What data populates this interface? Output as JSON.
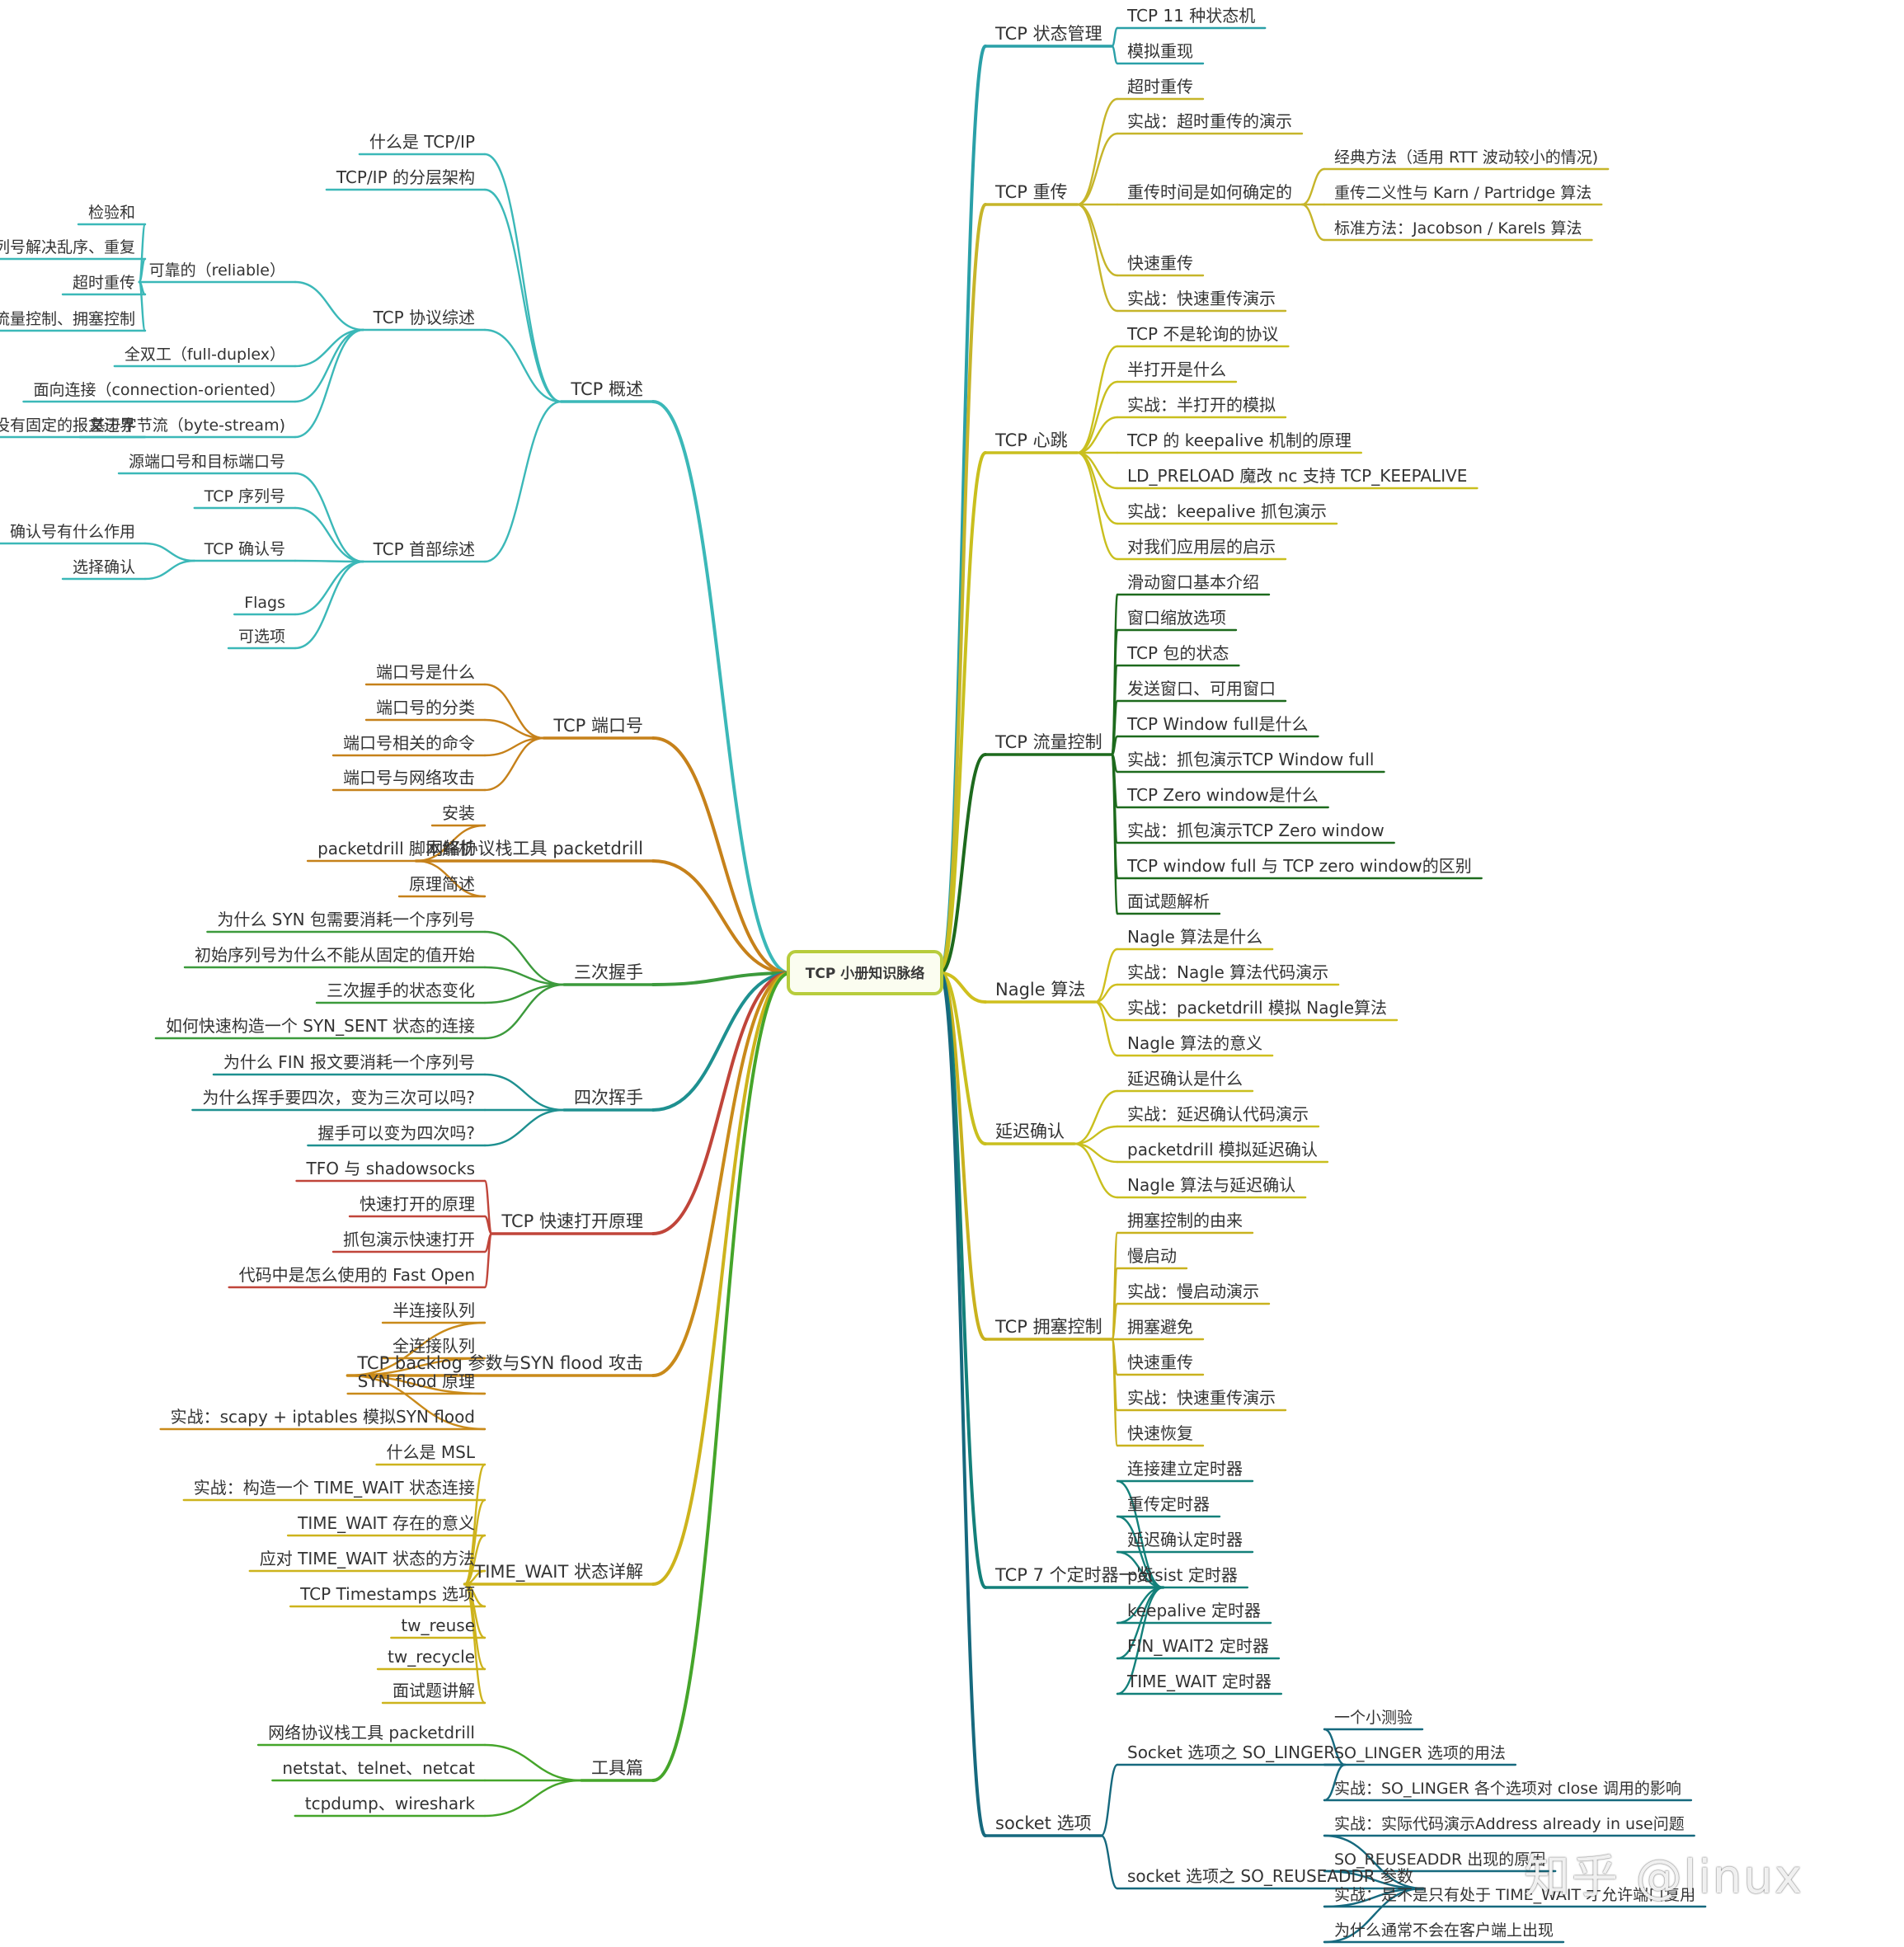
{
  "root": {
    "title": "TCP 小册知识脉络",
    "color": "#b7cc3c"
  },
  "watermark": "知乎 @linux",
  "left": [
    {
      "label": "TCP 概述",
      "color": "#3bb8b8",
      "children": [
        {
          "label": "什么是 TCP/IP"
        },
        {
          "label": "TCP/IP 的分层架构"
        },
        {
          "label": "TCP 协议综述",
          "children": [
            {
              "label": "可靠的（reliable）",
              "children": [
                {
                  "label": "检验和"
                },
                {
                  "label": "包的序列号解决乱序、重复"
                },
                {
                  "label": "超时重传"
                },
                {
                  "label": "流量控制、拥塞控制"
                }
              ]
            },
            {
              "label": "全双工（full-duplex）"
            },
            {
              "label": "面向连接（connection-oriented）"
            },
            {
              "label": "基于字节流（byte-stream)",
              "children": [
                {
                  "label": "没有固定的报文边界"
                }
              ]
            }
          ]
        },
        {
          "label": "TCP 首部综述",
          "children": [
            {
              "label": "源端口号和目标端口号"
            },
            {
              "label": "TCP 序列号"
            },
            {
              "label": "TCP 确认号",
              "children": [
                {
                  "label": "确认号有什么作用"
                },
                {
                  "label": "选择确认"
                }
              ]
            },
            {
              "label": "Flags"
            },
            {
              "label": "可选项"
            }
          ]
        }
      ]
    },
    {
      "label": "TCP 端口号",
      "color": "#c6811a",
      "children": [
        {
          "label": "端口号是什么"
        },
        {
          "label": "端口号的分类"
        },
        {
          "label": "端口号相关的命令"
        },
        {
          "label": "端口号与网络攻击"
        }
      ]
    },
    {
      "label": "网络协议栈工具 packetdrill",
      "color": "#c6811a",
      "children": [
        {
          "label": "安装"
        },
        {
          "label": "packetdrill 脚本解析"
        },
        {
          "label": "原理简述"
        }
      ]
    },
    {
      "label": "三次握手",
      "color": "#3c9a3c",
      "children": [
        {
          "label": "为什么 SYN 包需要消耗一个序列号"
        },
        {
          "label": "初始序列号为什么不能从固定的值开始"
        },
        {
          "label": "三次握手的状态变化"
        },
        {
          "label": "如何快速构造一个 SYN_SENT 状态的连接"
        }
      ]
    },
    {
      "label": "四次挥手",
      "color": "#1e9090",
      "children": [
        {
          "label": "为什么 FIN 报文要消耗一个序列号"
        },
        {
          "label": "为什么挥手要四次，变为三次可以吗?"
        },
        {
          "label": "握手可以变为四次吗?"
        }
      ]
    },
    {
      "label": "TCP 快速打开原理",
      "color": "#c0453a",
      "children": [
        {
          "label": "TFO 与 shadowsocks"
        },
        {
          "label": "快速打开的原理"
        },
        {
          "label": "抓包演示快速打开"
        },
        {
          "label": "代码中是怎么使用的 Fast Open"
        }
      ]
    },
    {
      "label": "TCP backlog 参数与SYN flood 攻击",
      "color": "#c98a1a",
      "children": [
        {
          "label": "半连接队列"
        },
        {
          "label": "全连接队列"
        },
        {
          "label": "SYN flood 原理"
        },
        {
          "label": "实战：scapy + iptables 模拟SYN flood"
        }
      ]
    },
    {
      "label": "TIME_WAIT 状态详解",
      "color": "#cdb31c",
      "children": [
        {
          "label": "什么是 MSL"
        },
        {
          "label": "实战：构造一个 TIME_WAIT 状态连接"
        },
        {
          "label": "TIME_WAIT 存在的意义"
        },
        {
          "label": "应对 TIME_WAIT 状态的方法"
        },
        {
          "label": "TCP Timestamps 选项"
        },
        {
          "label": "tw_reuse"
        },
        {
          "label": "tw_recycle"
        },
        {
          "label": "面试题讲解"
        }
      ]
    },
    {
      "label": "工具篇",
      "color": "#45a52a",
      "children": [
        {
          "label": "网络协议栈工具 packetdrill"
        },
        {
          "label": "netstat、telnet、netcat"
        },
        {
          "label": "tcpdump、wireshark"
        }
      ]
    }
  ],
  "right": [
    {
      "label": "TCP 状态管理",
      "color": "#2aa0a8",
      "children": [
        {
          "label": "TCP 11 种状态机"
        },
        {
          "label": "模拟重现"
        }
      ]
    },
    {
      "label": "TCP 重传",
      "color": "#c6b52a",
      "children": [
        {
          "label": "超时重传"
        },
        {
          "label": "实战：超时重传的演示"
        },
        {
          "label": "重传时间是如何确定的",
          "children": [
            {
              "label": "经典方法（适用 RTT 波动较小的情况)"
            },
            {
              "label": "重传二义性与 Karn / Partridge 算法"
            },
            {
              "label": "标准方法：Jacobson / Karels 算法"
            }
          ]
        },
        {
          "label": "快速重传"
        },
        {
          "label": "实战：快速重传演示"
        }
      ]
    },
    {
      "label": "TCP 心跳",
      "color": "#c9bf1e",
      "children": [
        {
          "label": "TCP 不是轮询的协议"
        },
        {
          "label": "半打开是什么"
        },
        {
          "label": "实战：半打开的模拟"
        },
        {
          "label": "TCP 的 keepalive 机制的原理"
        },
        {
          "label": "LD_PRELOAD 魔改 nc 支持 TCP_KEEPALIVE"
        },
        {
          "label": "实战：keepalive 抓包演示"
        },
        {
          "label": "对我们应用层的启示"
        }
      ]
    },
    {
      "label": "TCP 流量控制",
      "color": "#1d6a1d",
      "children": [
        {
          "label": "滑动窗口基本介绍"
        },
        {
          "label": "窗口缩放选项"
        },
        {
          "label": "TCP 包的状态"
        },
        {
          "label": "发送窗口、可用窗口"
        },
        {
          "label": "TCP Window full是什么"
        },
        {
          "label": "实战：抓包演示TCP Window full"
        },
        {
          "label": "TCP Zero window是什么"
        },
        {
          "label": "实战：抓包演示TCP Zero window"
        },
        {
          "label": "TCP window full 与 TCP zero window的区别"
        },
        {
          "label": "面试题解析"
        }
      ]
    },
    {
      "label": "Nagle 算法",
      "color": "#cfbf1e",
      "children": [
        {
          "label": "Nagle 算法是什么"
        },
        {
          "label": "实战：Nagle 算法代码演示"
        },
        {
          "label": "实战：packetdrill 模拟 Nagle算法"
        },
        {
          "label": "Nagle 算法的意义"
        }
      ]
    },
    {
      "label": "延迟确认",
      "color": "#c9bf1e",
      "children": [
        {
          "label": "延迟确认是什么"
        },
        {
          "label": "实战：延迟确认代码演示"
        },
        {
          "label": "packetdrill 模拟延迟确认"
        },
        {
          "label": "Nagle 算法与延迟确认"
        }
      ]
    },
    {
      "label": "TCP 拥塞控制",
      "color": "#c9b21e",
      "children": [
        {
          "label": "拥塞控制的由来"
        },
        {
          "label": "慢启动"
        },
        {
          "label": "实战：慢启动演示"
        },
        {
          "label": "拥塞避免"
        },
        {
          "label": "快速重传"
        },
        {
          "label": "实战：快速重传演示"
        },
        {
          "label": "快速恢复"
        }
      ]
    },
    {
      "label": "TCP 7 个定时器一览",
      "color": "#13807a",
      "children": [
        {
          "label": "连接建立定时器"
        },
        {
          "label": "重传定时器"
        },
        {
          "label": "延迟确认定时器"
        },
        {
          "label": "persist 定时器"
        },
        {
          "label": "keepalive 定时器"
        },
        {
          "label": "FIN_WAIT2 定时器"
        },
        {
          "label": "TIME_WAIT 定时器"
        }
      ]
    },
    {
      "label": "socket 选项",
      "color": "#16697e",
      "children": [
        {
          "label": "Socket 选项之 SO_LINGER",
          "children": [
            {
              "label": "一个小测验"
            },
            {
              "label": "SO_LINGER 选项的用法"
            },
            {
              "label": "实战：SO_LINGER 各个选项对 close 调用的影响"
            }
          ]
        },
        {
          "label": "socket 选项之 SO_REUSEADDR  参数",
          "children": [
            {
              "label": "实战：实际代码演示Address already in use问题"
            },
            {
              "label": "SO_REUSEADDR 出现的原因"
            },
            {
              "label": "实战：是不是只有处于 TIME_WAIT 才允许端口复用"
            },
            {
              "label": "为什么通常不会在客户端上出现"
            }
          ]
        }
      ]
    }
  ]
}
